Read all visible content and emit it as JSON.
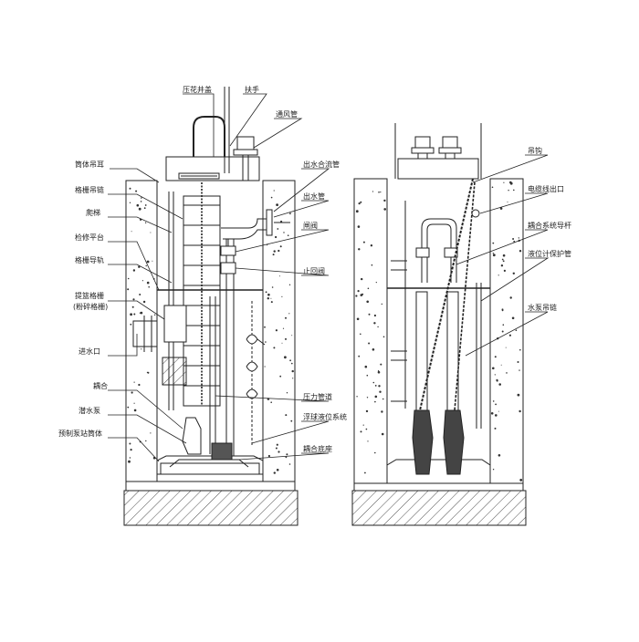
{
  "labels": {
    "pressure_cover": "压花井盖",
    "handrail": "扶手",
    "vent_pipe": "通风管",
    "barrel_lug": "筒体吊耳",
    "outlet_manifold": "出水合流管",
    "grate_chain": "格栅吊链",
    "outlet_pipe": "出水管",
    "ladder": "爬梯",
    "gate_valve": "闸阀",
    "platform": "检修平台",
    "grate_rail": "格栅导轨",
    "check_valve": "止回阀",
    "basket_grate": "提篮格栅",
    "crushing_grate": "(粉碎格栅)",
    "inlet": "进水口",
    "coupling": "耦合",
    "pressure_pipe": "压力管道",
    "submersible_pump": "潜水泵",
    "float_level": "浮球液位系统",
    "prefab_barrel": "预制泵站筒体",
    "coupling_base": "耦合底座",
    "hook": "吊钩",
    "cable_outlet": "电缆线出口",
    "coupling_guide": "耦合系统导杆",
    "level_meter_pipe": "液位计保护管",
    "pump_chain": "水泵吊链"
  },
  "colors": {
    "line": "#222222",
    "concrete_dot": "#333333",
    "background": "#ffffff"
  }
}
